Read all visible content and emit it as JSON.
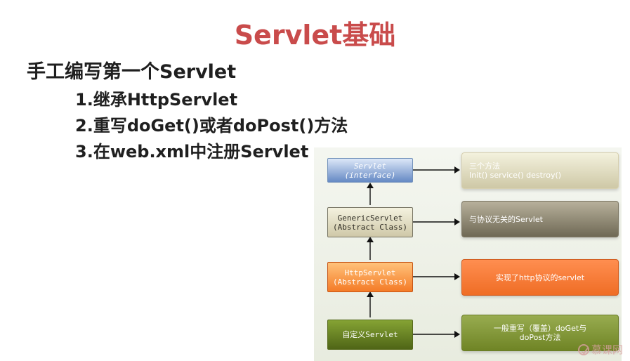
{
  "colors": {
    "title": "#c94b4b",
    "body_text": "#1f1f1f"
  },
  "slide": {
    "title": "Servlet基础",
    "subtitle": "手工编写第一个Servlet",
    "steps": [
      "1.继承HttpServlet",
      "2.重写doGet()或者doPost()方法",
      "3.在web.xml中注册Servlet"
    ]
  },
  "diagram": {
    "servlet": {
      "line1": "Servlet",
      "line2": "(interface)",
      "info_line1": "三个方法",
      "info_line2": "Init() service() destroy()"
    },
    "generic": {
      "line1": "GenericServlet",
      "line2": "(Abstract Class)",
      "info": "与协议无关的Servlet"
    },
    "http": {
      "line1": "HttpServlet",
      "line2": "(Abstract Class)",
      "info": "实现了http协议的servlet"
    },
    "custom": {
      "label": "自定义Servlet",
      "info_line1": "一般重写（覆盖）doGet与",
      "info_line2": "doPost方法"
    }
  },
  "watermark": {
    "text": "慕课网"
  }
}
